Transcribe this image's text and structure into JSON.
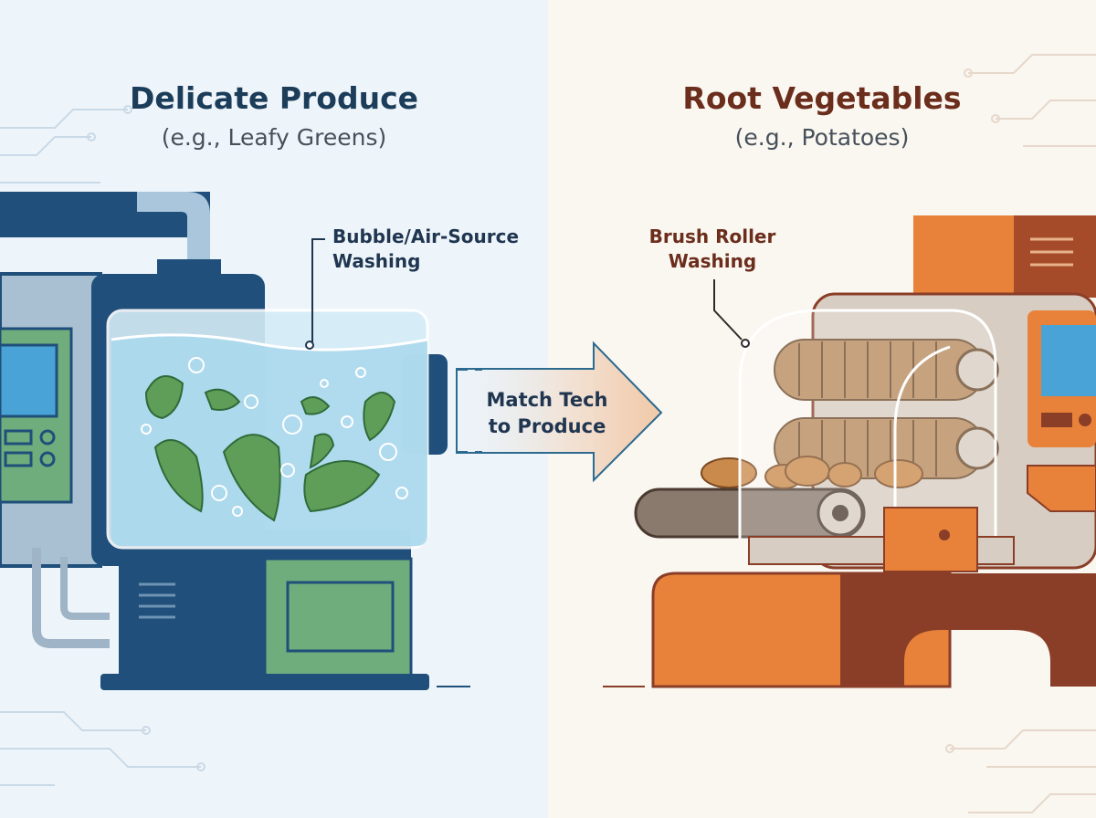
{
  "left": {
    "title": "Delicate Produce",
    "subtitle": "(e.g., Leafy Greens)",
    "callout": [
      "Bubble/Air-Source",
      "Washing"
    ]
  },
  "right": {
    "title": "Root Vegetables",
    "subtitle": "(e.g., Potatoes)",
    "callout": [
      "Brush Roller",
      "Washing"
    ]
  },
  "arrow": {
    "label": [
      "Match Tech",
      "to Produce"
    ]
  },
  "colors": {
    "left_bg": "#eef5fa",
    "right_bg": "#faf6f0",
    "navy": "#1f4f7a",
    "green": "#6fae7c",
    "water": "#bfe3f0",
    "orange": "#e8823a",
    "brown": "#8a3e28",
    "tan": "#d8cdc2"
  }
}
